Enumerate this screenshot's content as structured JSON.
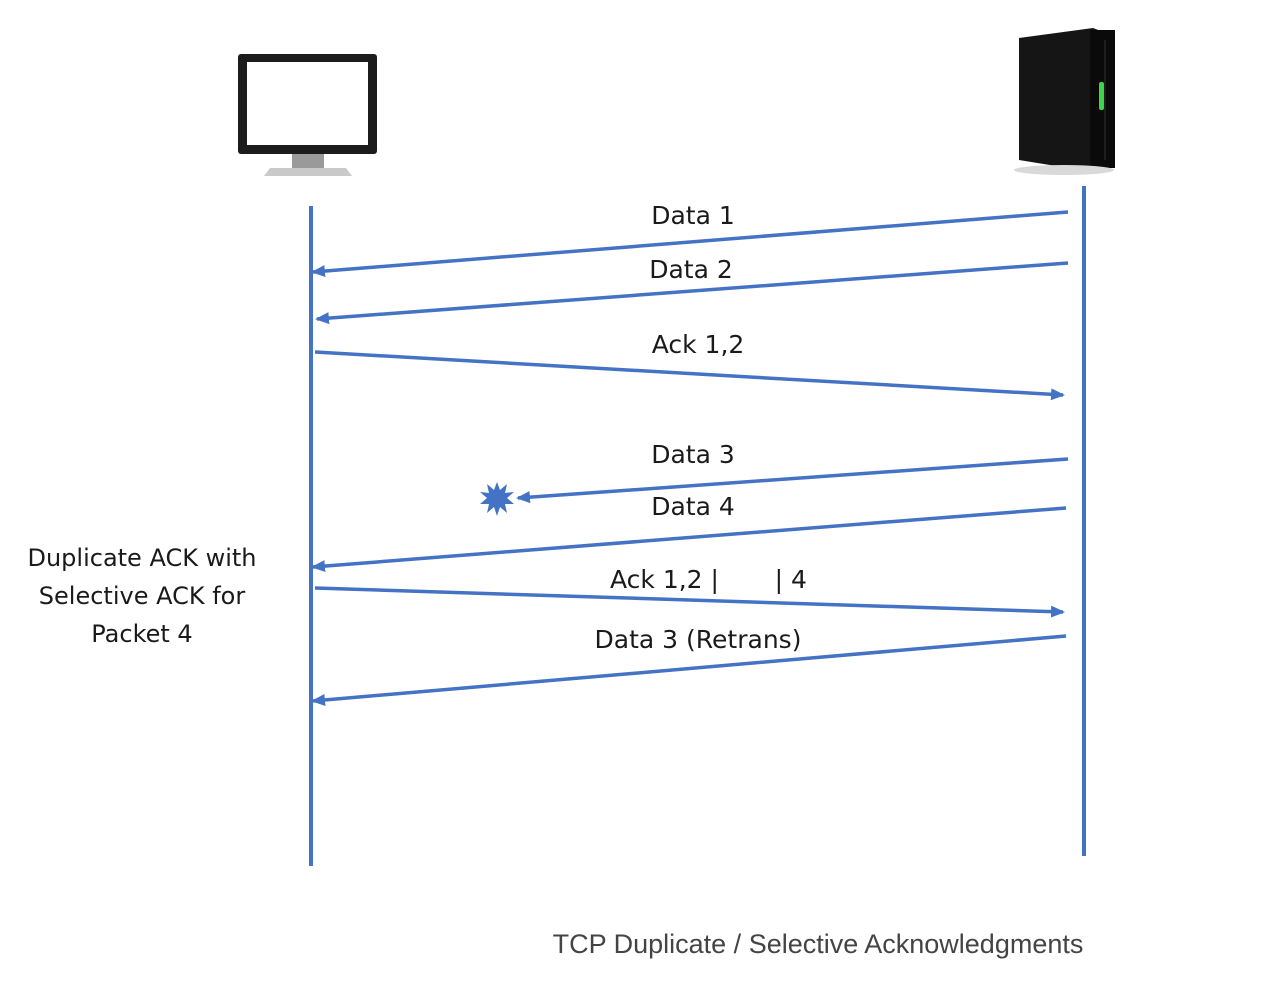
{
  "colors": {
    "arrow": "#4472C4",
    "text": "#1a1a1a",
    "caption": "#444444"
  },
  "nodes": {
    "client_icon": "monitor-icon",
    "server_icon": "server-tower-icon"
  },
  "messages": [
    {
      "label": "Data 1",
      "direction": "server-to-client",
      "lost": false
    },
    {
      "label": "Data 2",
      "direction": "server-to-client",
      "lost": false
    },
    {
      "label": "Ack 1,2",
      "direction": "client-to-server",
      "lost": false
    },
    {
      "label": "Data 3",
      "direction": "server-to-client",
      "lost": true
    },
    {
      "label": "Data 4",
      "direction": "server-to-client",
      "lost": false
    },
    {
      "label": "Ack 1,2 |       | 4",
      "direction": "client-to-server",
      "lost": false
    },
    {
      "label": "Data 3 (Retrans)",
      "direction": "server-to-client",
      "lost": false
    }
  ],
  "annotation": {
    "line1": "Duplicate ACK with",
    "line2": "Selective ACK for",
    "line3": "Packet 4"
  },
  "caption": "TCP Duplicate / Selective Acknowledgments"
}
